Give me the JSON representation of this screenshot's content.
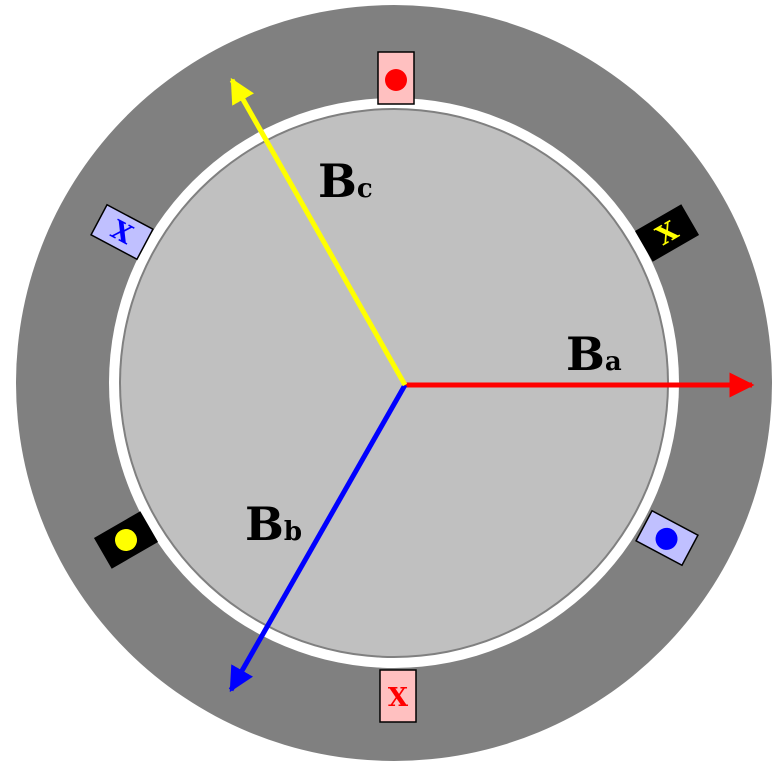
{
  "colors": {
    "background": "#ffffff",
    "stator": "#808080",
    "air_gap": "#ffffff",
    "rotor": "#c0c0c0",
    "phase_a": "#ff0000",
    "phase_b": "#0000ff",
    "phase_c": "#ffff00",
    "phase_a_slot": "#ffc0c0",
    "phase_b_slot": "#c0c0ff",
    "phase_c_slot": "#000000"
  },
  "vectors": {
    "a": {
      "main": "B",
      "sub": "a",
      "angle_deg": 0
    },
    "b": {
      "main": "B",
      "sub": "b",
      "angle_deg": 240
    },
    "c": {
      "main": "B",
      "sub": "c",
      "angle_deg": 120
    }
  },
  "slots": {
    "a_dot": {
      "phase": "a",
      "symbol": "dot-icon"
    },
    "a_cross": {
      "phase": "a",
      "symbol": "X"
    },
    "b_dot": {
      "phase": "b",
      "symbol": "dot-icon"
    },
    "b_cross": {
      "phase": "b",
      "symbol": "X"
    },
    "c_dot": {
      "phase": "c",
      "symbol": "dot-icon"
    },
    "c_cross": {
      "phase": "c",
      "symbol": "X"
    }
  }
}
